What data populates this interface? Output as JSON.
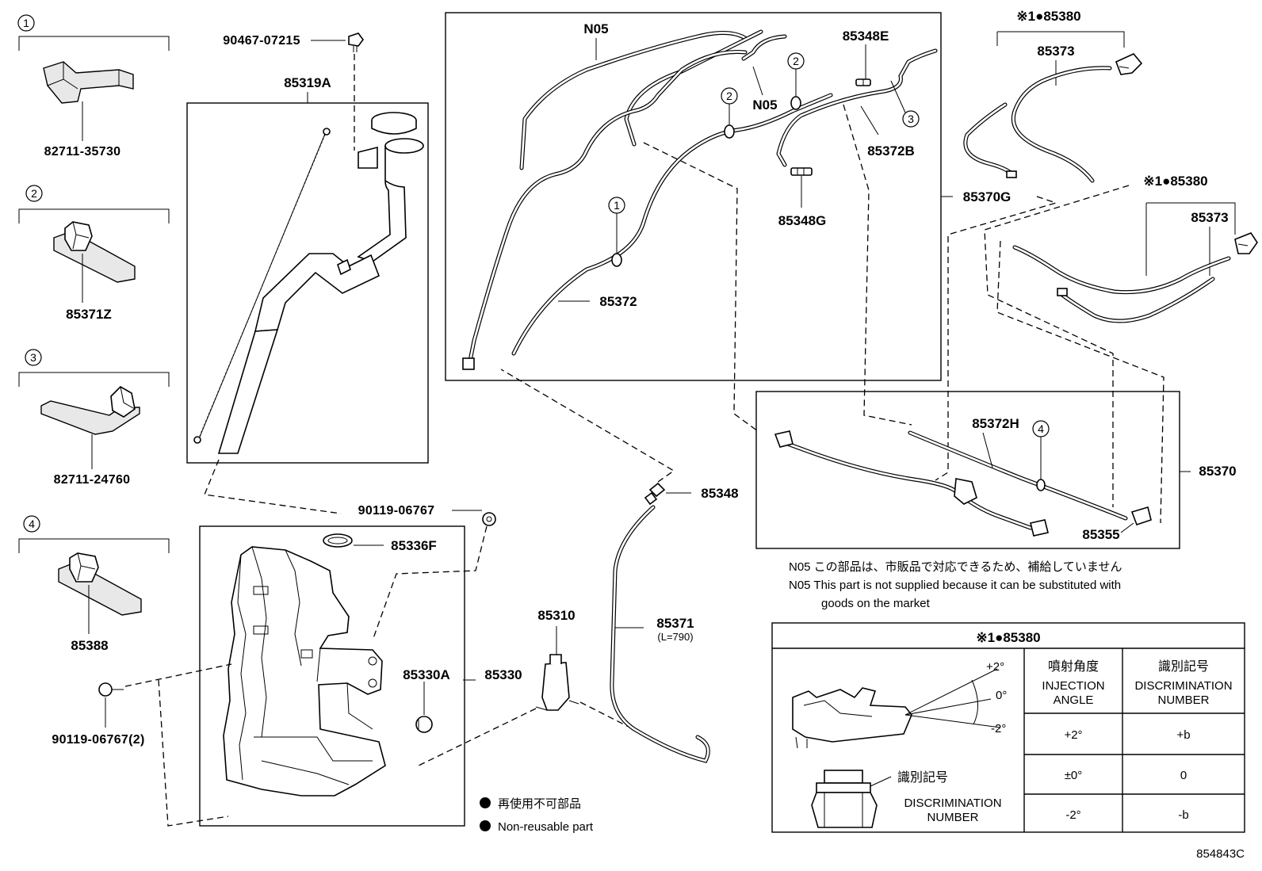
{
  "callouts": {
    "c1": "1",
    "c2": "2",
    "c3": "3",
    "c4": "4"
  },
  "left_column": {
    "p1": "82711-35730",
    "p2": "85371Z",
    "p3": "82711-24760",
    "p4": "85388"
  },
  "tank_group": {
    "bolt_top": "90467-07215",
    "inlet_box": "85319A",
    "nut": "90119-06767",
    "gasket": "85336F",
    "bolt_left": "90119-06767(2)",
    "bracket": "85330A",
    "tank": "85330",
    "pump": "85310",
    "hose_main": "85371",
    "hose_main_length": "(L=790)",
    "joint": "85348"
  },
  "center_box": {
    "n05_top": "N05",
    "n05_mid": "N05",
    "joint_e": "85348E",
    "hose_b": "85372B",
    "joint_g": "85348G",
    "hose": "85372",
    "box_label": "85370G"
  },
  "right_top": {
    "nozzle_a": "※1●85380",
    "hose_a": "85373",
    "nozzle_b": "※1●85380",
    "hose_b": "85373"
  },
  "right_box": {
    "hose_h": "85372H",
    "valve": "85355",
    "box_label": "85370"
  },
  "notes": {
    "n05_jp": "N05 この部品は、市販品で対応できるため、補給していません",
    "n05_en_1": "N05 This part is not supplied because it can be substituted with",
    "n05_en_2": "goods on the market"
  },
  "legend": {
    "jp": "再使用不可部品",
    "en": "Non-reusable part"
  },
  "nozzle_table": {
    "title": "※1●85380",
    "col1_jp": "噴射角度",
    "col1_en_1": "INJECTION",
    "col1_en_2": "ANGLE",
    "col2_jp": "識別記号",
    "col2_en_1": "DISCRIMINATION",
    "col2_en_2": "NUMBER",
    "rows": [
      {
        "angle": "+2°",
        "mark": "+b"
      },
      {
        "angle": "±0°",
        "mark": "0"
      },
      {
        "angle": "-2°",
        "mark": "-b"
      }
    ],
    "fig_angle_plus": "+2°",
    "fig_angle_zero": "0°",
    "fig_angle_minus": "-2°",
    "fig_mark_jp": "識別記号",
    "fig_mark_en_1": "DISCRIMINATION",
    "fig_mark_en_2": "NUMBER"
  },
  "diagram_id": "854843C"
}
